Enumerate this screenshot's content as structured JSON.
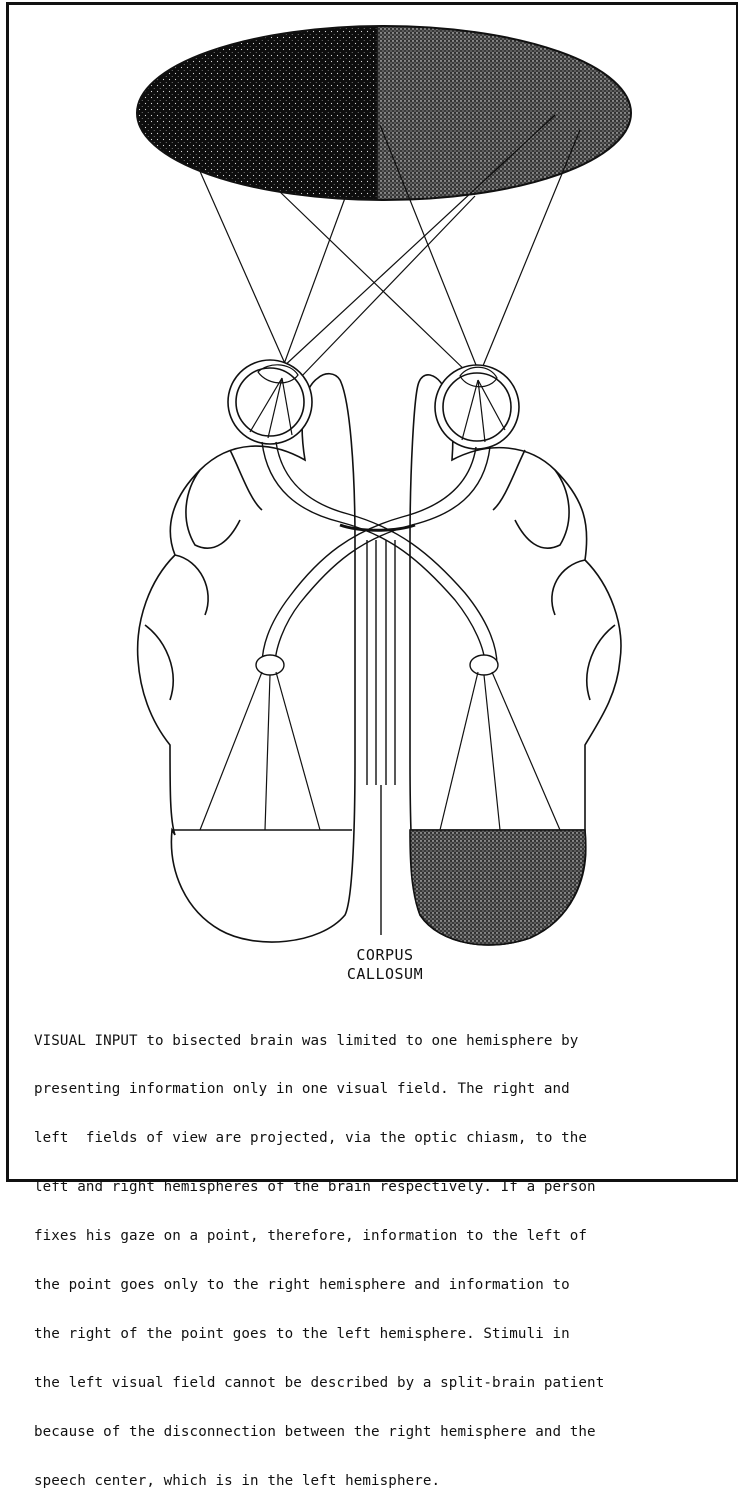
{
  "label_corpus": "CORPUS",
  "label_callosum": "CALLOSUM",
  "caption_lines": [
    "VISUAL INPUT to bisected brain was limited to one hemisphere by",
    "presenting information only in one visual field. The right and",
    "left  fields of view are projected, via the optic chiasm, to the",
    "left and right hemispheres of the brain respectively. If a person",
    "fixes his gaze on a point, therefore, information to the left of",
    "the point goes only to the right hemisphere and information to",
    "the right of the point goes to the left hemisphere. Stimuli in",
    "the left visual field cannot be described by a split-brain patient",
    "because of the disconnection between the right hemisphere and the",
    "speech center, which is in the left hemisphere."
  ]
}
